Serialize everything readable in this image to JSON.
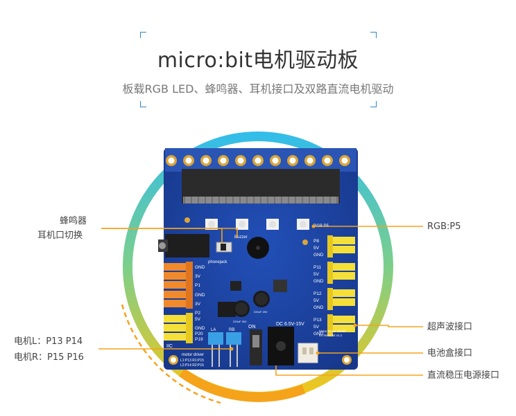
{
  "title": "micro:bit电机驱动板",
  "subtitle": "板载RGB LED、蜂鸣器、耳机接口及双路直流电机驱动",
  "callouts": {
    "buzzer": "蜂鸣器",
    "headphone_switch": "耳机口切换",
    "rgb": "RGB:P5",
    "ultrasonic": "超声波接口",
    "battery": "电池盒接口",
    "power": "直流稳压电源接口",
    "motor_left": "电机L：P13  P14",
    "motor_right": "电机R：P15  P16"
  },
  "board": {
    "pin_labels_left": [
      "GND",
      "3V",
      "P1",
      "GND",
      "3V",
      "P2",
      "5V",
      "GND",
      "P20",
      "P19"
    ],
    "pin_labels_right": [
      "P8",
      "5V",
      "GND",
      "P11",
      "5V",
      "GND",
      "P12",
      "5V",
      "GND",
      "P13",
      "5V",
      "GND"
    ],
    "phonejack": "phonejack",
    "buzzer_silk": "Buzzer",
    "rgb_silk": "RGB P5",
    "iic": "IIC",
    "motor_driver": "motor driver",
    "motor_map_1": "L1:P13  R1:P15",
    "motor_map_2": "L2:P14  R2:P16",
    "dc_label": "DC 6.5V-15V",
    "on_label": "ON",
    "shield_1": "Motor Driver Shield",
    "shield_2": "for micro:bit v1.1",
    "cap_1": "220uF 25V",
    "cap_2": "220uF 25V",
    "motor_a": "LA",
    "motor_b": "RB"
  },
  "colors": {
    "accent": "#f5a31a",
    "bracket": "#2e86c8",
    "ring_top": "#33bde8",
    "ring_bottom": "#f5c518",
    "pcb": "#1a3f9a"
  }
}
